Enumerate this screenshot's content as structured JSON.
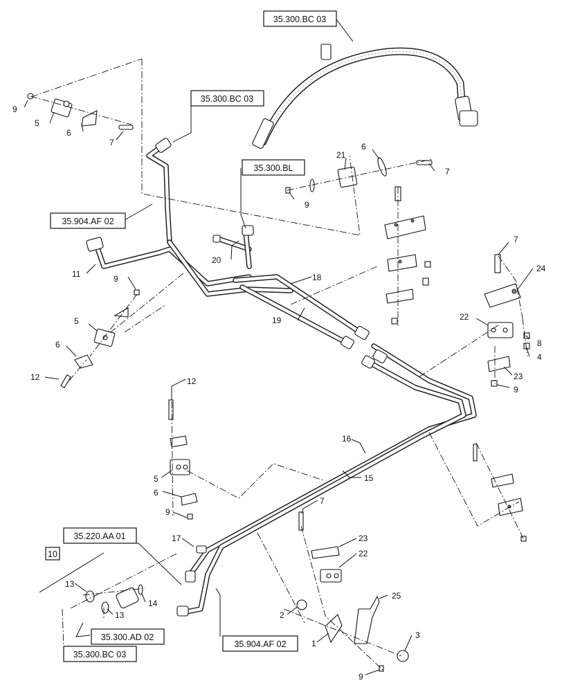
{
  "references": [
    {
      "id": "ref-top-hose",
      "text": "35.300.BC 03"
    },
    {
      "id": "ref-left-upper",
      "text": "35.300.BC 03"
    },
    {
      "id": "ref-bl",
      "text": "35.300.BL"
    },
    {
      "id": "ref-af-upper",
      "text": "35.904.AF 02"
    },
    {
      "id": "ref-aa",
      "text": "35.220.AA 01"
    },
    {
      "id": "ref-ad",
      "text": "35.300.AD 02"
    },
    {
      "id": "ref-bc-bottom",
      "text": "35.300.BC 03"
    },
    {
      "id": "ref-af-lower",
      "text": "35.904.AF 02"
    },
    {
      "id": "ref-kit",
      "text": "10"
    }
  ],
  "callouts": {
    "c9a": "9",
    "c5a": "5",
    "c6a": "6",
    "c7a": "7",
    "c21": "21",
    "c6b": "6",
    "c7b": "7",
    "c9b": "9",
    "c11": "11",
    "c20": "20",
    "c18": "18",
    "c19": "19",
    "c9c": "9",
    "c5b": "5",
    "c6c": "6",
    "c12a": "12",
    "c7c": "7",
    "c24": "24",
    "c22a": "22",
    "c8": "8",
    "c4": "4",
    "c23a": "23",
    "c9d": "9",
    "c12b": "12",
    "c16": "16",
    "c15": "15",
    "c5c": "5",
    "c6d": "6",
    "c9e": "9",
    "c7d": "7",
    "c23b": "23",
    "c22b": "22",
    "c17": "17",
    "c13a": "13",
    "c13b": "13",
    "c14": "14",
    "c2": "2",
    "c25": "25",
    "c1": "1",
    "c3": "3",
    "c9f": "9"
  }
}
